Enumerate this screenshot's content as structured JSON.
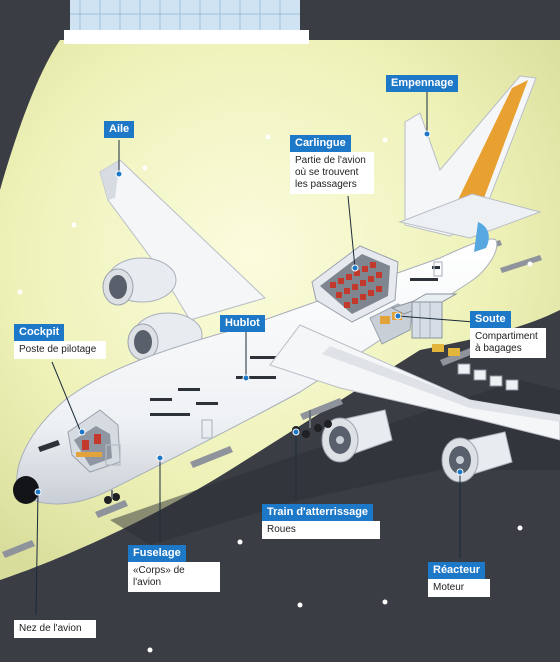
{
  "labels": {
    "aile": {
      "title": "Aile"
    },
    "empennage": {
      "title": "Empennage"
    },
    "carlingue": {
      "title": "Carlingue",
      "desc_lines": [
        "Partie de l'avion",
        "où se trouvent",
        "les passagers"
      ]
    },
    "cockpit": {
      "title": "Cockpit",
      "desc": "Poste de pilotage"
    },
    "hublot": {
      "title": "Hublot"
    },
    "soute": {
      "title": "Soute",
      "desc_lines": [
        "Compartiment",
        "à bagages"
      ]
    },
    "train": {
      "title": "Train d'atterrissage",
      "desc": "Roues"
    },
    "fuselage": {
      "title": "Fuselage",
      "desc": "«Corps» de l'avion"
    },
    "reacteur": {
      "title": "Réacteur",
      "desc": "Moteur"
    },
    "nez": {
      "desc": "Nez de l'avion"
    }
  },
  "colors": {
    "accent": "#1e78c8",
    "tarmac": "#3a3d44",
    "grass": "#f1f4c2",
    "tail_stripe": "#e8a030",
    "seats": "#c33a2c"
  }
}
